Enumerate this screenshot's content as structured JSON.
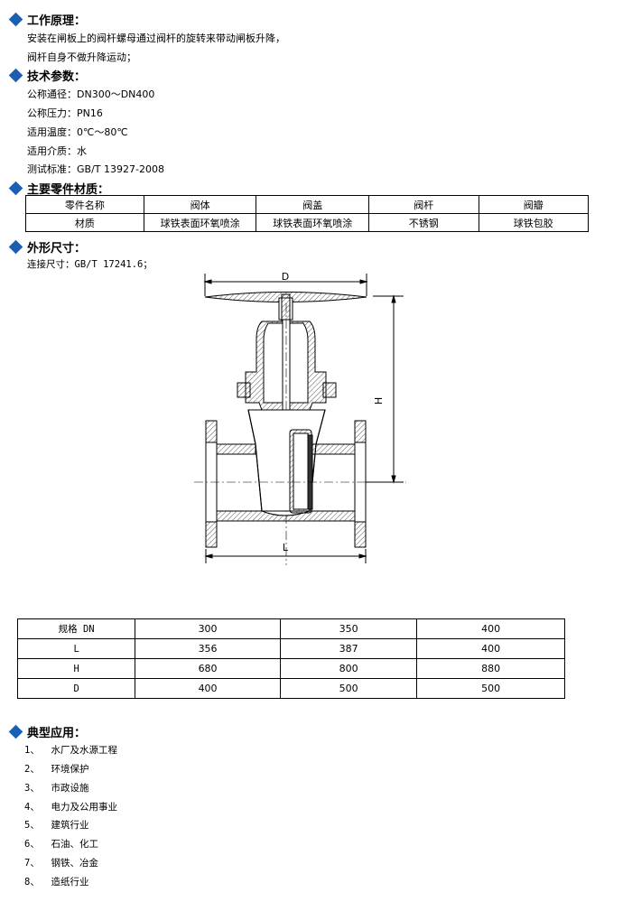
{
  "working_principle": {
    "title": "工作原理：",
    "lines": [
      "安装在闸板上的阀杆螺母通过阀杆的旋转来带动闸板升降，",
      "阀杆自身不做升降运动；"
    ]
  },
  "tech_params": {
    "title": "技术参数：",
    "items": [
      "公称通径：DN300～DN400",
      "公称压力：PN16",
      "适用温度：0℃～80℃",
      "适用介质：水",
      "测试标准：GB/T 13927-2008"
    ]
  },
  "materials": {
    "title": "主要零件材质：",
    "header": [
      "零件名称",
      "阀体",
      "阀盖",
      "阀杆",
      "阀瓣"
    ],
    "row": [
      "材质",
      "球铁表面环氧喷涂",
      "球铁表面环氧喷涂",
      "不锈钢",
      "球铁包胶"
    ]
  },
  "dimensions": {
    "title": "外形尺寸：",
    "connection": "连接尺寸：GB/T 17241.6；",
    "drawing_labels": {
      "d": "D",
      "h": "H",
      "l": "L"
    },
    "table": {
      "header": [
        "规格 DN",
        "300",
        "350",
        "400"
      ],
      "rows": [
        [
          "L",
          "356",
          "387",
          "400"
        ],
        [
          "H",
          "680",
          "800",
          "880"
        ],
        [
          "D",
          "400",
          "500",
          "500"
        ]
      ]
    }
  },
  "applications": {
    "title": "典型应用：",
    "items": [
      {
        "num": "1、",
        "text": "水厂及水源工程"
      },
      {
        "num": "2、",
        "text": "环境保护"
      },
      {
        "num": "3、",
        "text": "市政设施"
      },
      {
        "num": "4、",
        "text": "电力及公用事业"
      },
      {
        "num": "5、",
        "text": "建筑行业"
      },
      {
        "num": "6、",
        "text": "石油、化工"
      },
      {
        "num": "7、",
        "text": "钢铁、冶金"
      },
      {
        "num": "8、",
        "text": "造纸行业"
      }
    ]
  },
  "colors": {
    "accent": "#1a5fb4"
  }
}
